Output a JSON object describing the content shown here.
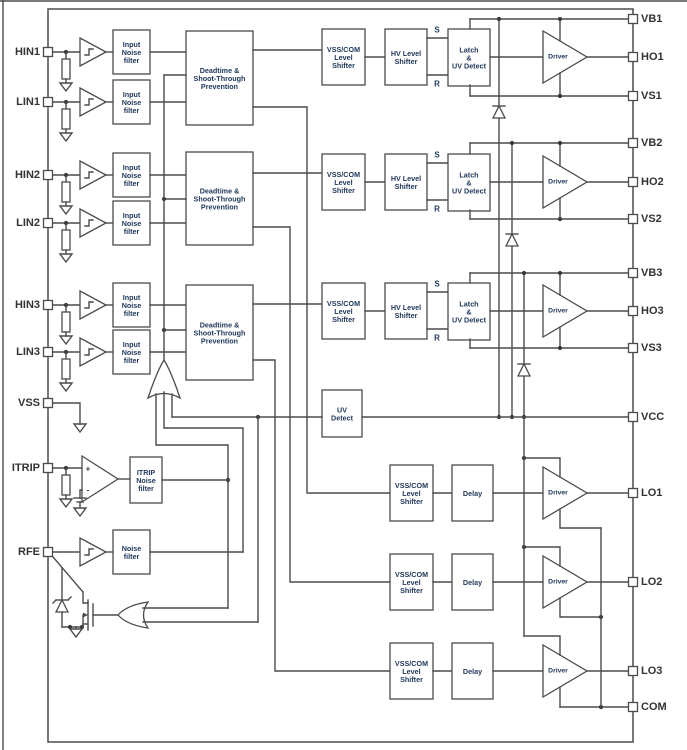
{
  "pins": {
    "left": [
      {
        "label": "HIN1"
      },
      {
        "label": "LIN1"
      },
      {
        "label": "HIN2"
      },
      {
        "label": "LIN2"
      },
      {
        "label": "HIN3"
      },
      {
        "label": "LIN3"
      },
      {
        "label": "VSS"
      },
      {
        "label": "ITRIP"
      },
      {
        "label": "RFE"
      }
    ],
    "right": [
      {
        "label": "VB1"
      },
      {
        "label": "HO1"
      },
      {
        "label": "VS1"
      },
      {
        "label": "VB2"
      },
      {
        "label": "HO2"
      },
      {
        "label": "VS2"
      },
      {
        "label": "VB3"
      },
      {
        "label": "HO3"
      },
      {
        "label": "VS3"
      },
      {
        "label": "VCC"
      },
      {
        "label": "LO1"
      },
      {
        "label": "LO2"
      },
      {
        "label": "LO3"
      },
      {
        "label": "COM"
      }
    ]
  },
  "blocks": {
    "input_filter": "Input\nNoise\nfilter",
    "deadtime": "Deadtime &\nShoot-Through\nPrevention",
    "vsscom_shifter": "VSS/COM\nLevel\nShifter",
    "hv_shifter": "HV Level\nShifter",
    "latch_uv": "Latch\n&\nUV Detect",
    "uv_detect": "UV\nDetect",
    "itrip_filter": "ITRIP\nNoise\nfilter",
    "rfe_filter": "Noise\nfilter",
    "delay": "Delay",
    "driver": "Driver"
  },
  "labels": {
    "set": "S",
    "reset": "R",
    "comparator_plus": "+",
    "comparator_minus": "-"
  },
  "colors": {
    "wire": "#4b4b4b",
    "block_text": "#21395b",
    "pin_text": "#333333",
    "background": "#ffffff"
  }
}
